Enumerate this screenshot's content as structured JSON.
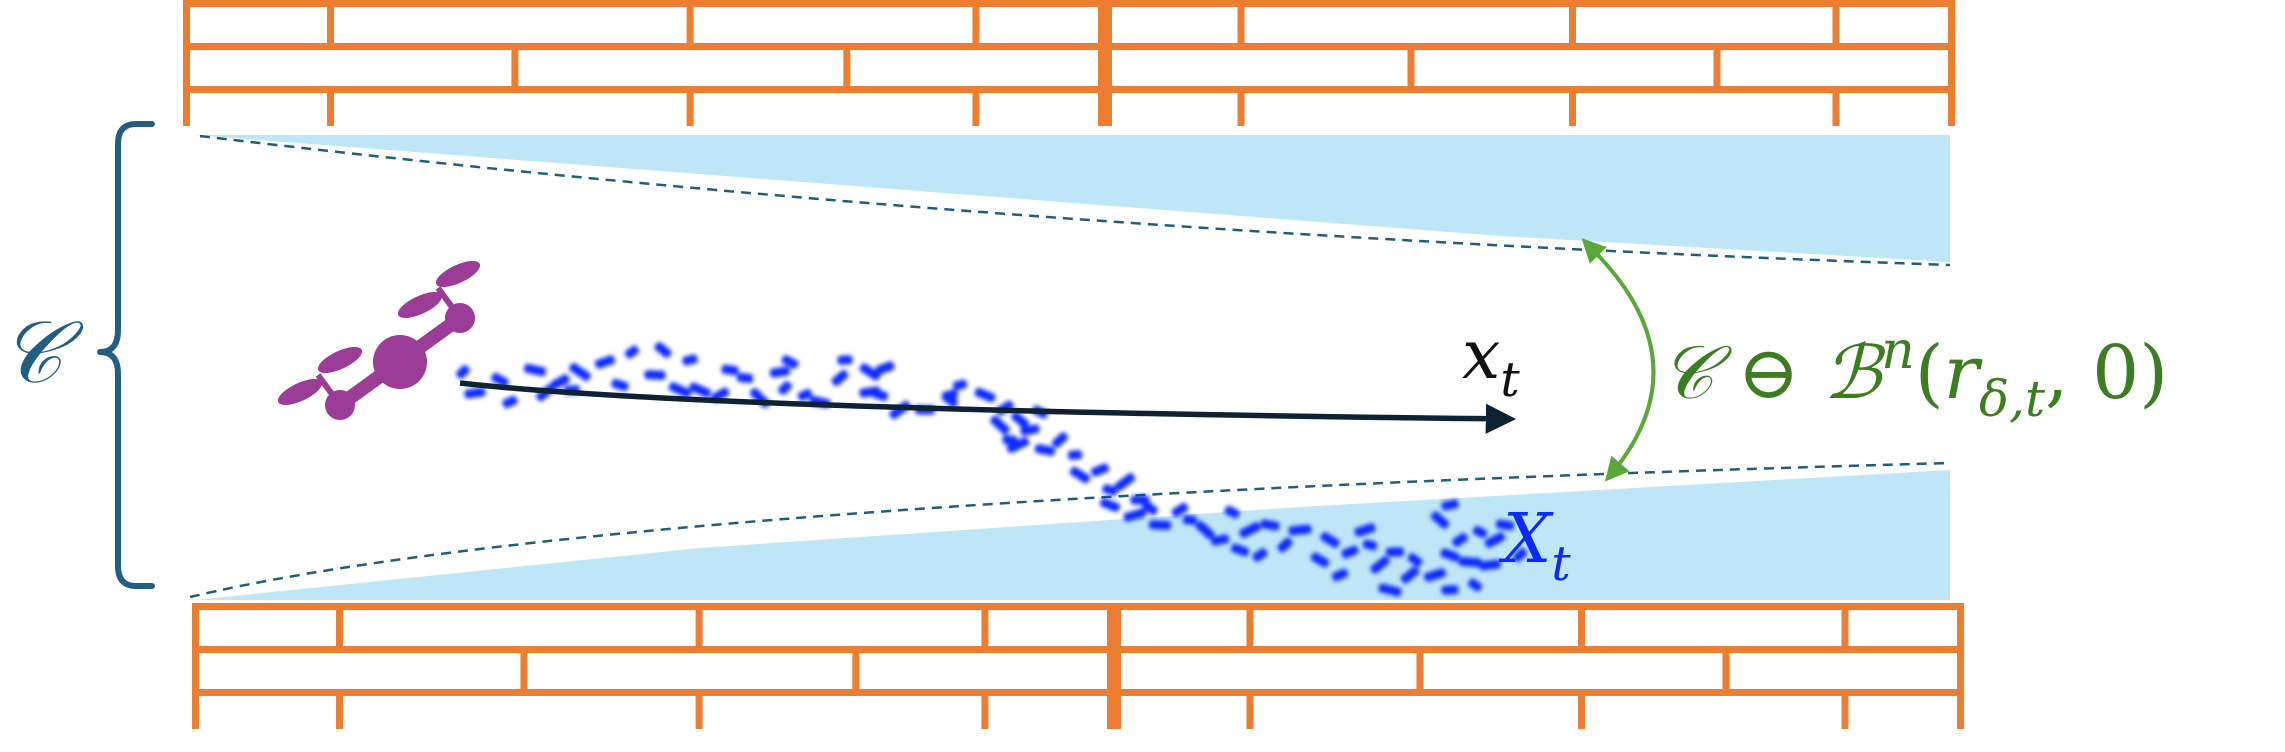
{
  "labels": {
    "constraint_set": "𝒞",
    "nominal_trajectory": "x",
    "nominal_trajectory_sub": "t",
    "sample_set": "X",
    "sample_set_sub": "t",
    "tightened_set": {
      "set": "𝒞",
      "operator": " ⊖ ",
      "ball": "ℬ",
      "ball_sup": "n",
      "open": "(",
      "radius": "r",
      "radius_sub": "δ,t",
      "separator": ", ",
      "center": "0",
      "close": ")"
    }
  },
  "colors": {
    "brick": "#ED7D31",
    "mortar": "#FFFFFF",
    "margin_fill": "#BEE6F7",
    "dashed_boundary": "#1F5F7A",
    "brace": "#215E82",
    "drone": "#9B3C97",
    "samples": "#0A2BFF",
    "trajectory": "#0E2233",
    "tightened_label": "#3C7D22",
    "tightened_arrow": "#5BA83A",
    "sample_label": "#0A2BFF"
  },
  "icons": {
    "robot": "quadrotor-drone-icon",
    "walls": "brick-wall"
  }
}
